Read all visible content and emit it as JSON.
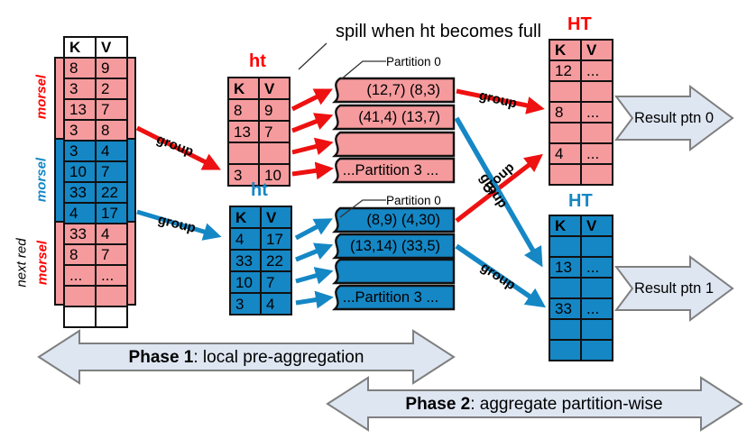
{
  "colors": {
    "pink": "#F59B9E",
    "blue": "#1587C5",
    "red_arrow": "#EE1111",
    "red_label": "#FF0000",
    "blue_label": "#1587C5",
    "block_arrow_fill": "#DEE6F2",
    "block_arrow_border": "#7F7F7F"
  },
  "labels": {
    "spill_note": "spill when ht becomes full",
    "group": "group",
    "partition0": "Partition 0"
  },
  "morsels": {
    "m1": "morsel",
    "m2": "morsel",
    "m3a": "next red",
    "m3b": "morsel"
  },
  "input_table": {
    "header": [
      "K",
      "V"
    ],
    "rows": [
      {
        "k": "8",
        "v": "9",
        "c": "r"
      },
      {
        "k": "3",
        "v": "2",
        "c": "r"
      },
      {
        "k": "13",
        "v": "7",
        "c": "r"
      },
      {
        "k": "3",
        "v": "8",
        "c": "r"
      },
      {
        "k": "3",
        "v": "4",
        "c": "b"
      },
      {
        "k": "10",
        "v": "7",
        "c": "b"
      },
      {
        "k": "33",
        "v": "22",
        "c": "b"
      },
      {
        "k": "4",
        "v": "17",
        "c": "b"
      },
      {
        "k": "33",
        "v": "4",
        "c": "r"
      },
      {
        "k": "8",
        "v": "7",
        "c": "r"
      },
      {
        "k": "...",
        "v": "...",
        "c": "r"
      },
      {
        "k": "",
        "v": "",
        "c": "r"
      },
      {
        "k": "",
        "v": "",
        "c": "w"
      }
    ]
  },
  "ht_red": {
    "title": "ht",
    "header": [
      "K",
      "V"
    ],
    "rows": [
      {
        "k": "8",
        "v": "9"
      },
      {
        "k": "13",
        "v": "7"
      },
      {
        "k": "",
        "v": ""
      },
      {
        "k": "3",
        "v": "10"
      }
    ]
  },
  "ht_blue": {
    "title": "ht",
    "header": [
      "K",
      "V"
    ],
    "rows": [
      {
        "k": "4",
        "v": "17"
      },
      {
        "k": "33",
        "v": "22"
      },
      {
        "k": "10",
        "v": "7"
      },
      {
        "k": "3",
        "v": "4"
      }
    ]
  },
  "HT_red": {
    "title": "HT",
    "header": [
      "K",
      "V"
    ],
    "rows": [
      {
        "k": "12",
        "v": "..."
      },
      {
        "k": "",
        "v": ""
      },
      {
        "k": "8",
        "v": "..."
      },
      {
        "k": "",
        "v": ""
      },
      {
        "k": "4",
        "v": "..."
      },
      {
        "k": "",
        "v": ""
      }
    ]
  },
  "HT_blue": {
    "title": "HT",
    "header": [
      "K",
      "V"
    ],
    "rows": [
      {
        "k": "",
        "v": ""
      },
      {
        "k": "13",
        "v": "..."
      },
      {
        "k": "",
        "v": ""
      },
      {
        "k": "33",
        "v": "..."
      },
      {
        "k": "",
        "v": ""
      },
      {
        "k": "",
        "v": ""
      }
    ]
  },
  "partitions_red": {
    "strips": [
      "(12,7)  (8,3)",
      "(41,4) (13,7)",
      "",
      "...Partition 3 ..."
    ]
  },
  "partitions_blue": {
    "strips": [
      "(8,9)  (4,30)",
      "(13,14) (33,5)",
      "",
      "...Partition 3 ..."
    ]
  },
  "results": {
    "ptn0": "Result ptn 0",
    "ptn1": "Result ptn 1"
  },
  "phases": {
    "p1_title": "Phase 1",
    "p1_desc": ": local pre-aggregation",
    "p2_title": "Phase 2",
    "p2_desc": ": aggregate partition-wise"
  }
}
